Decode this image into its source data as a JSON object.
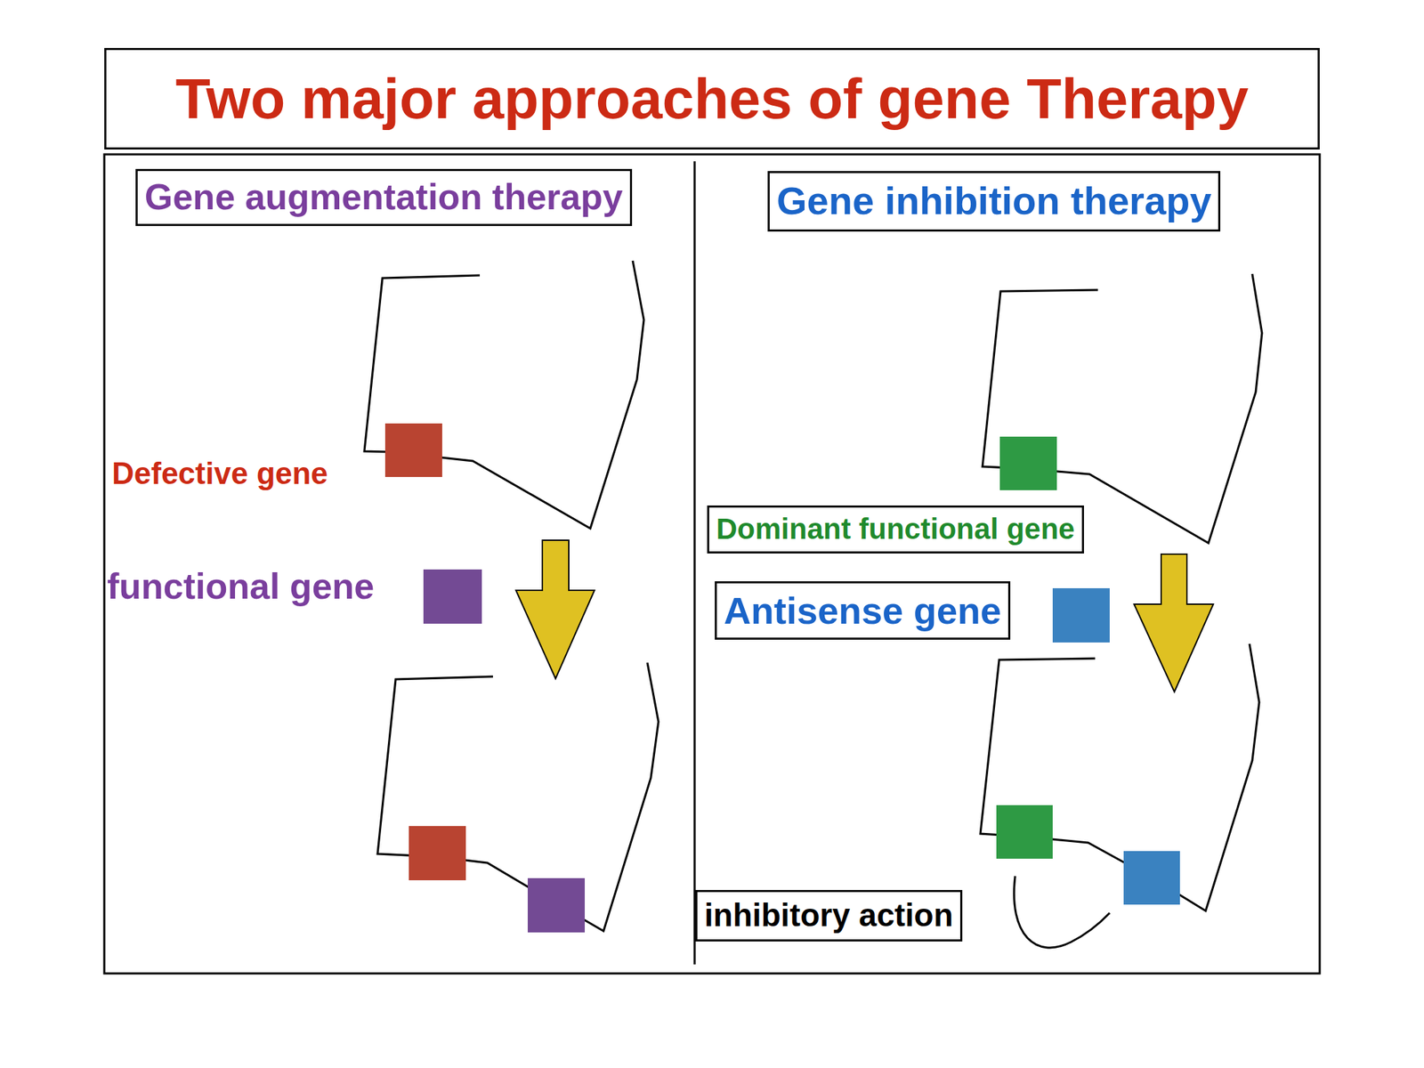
{
  "diagram": {
    "title": "Two major approaches of gene Therapy",
    "nodes": [
      {
        "text": [
          "Gene augmentation therapy"
        ]
      },
      {
        "text": [
          "Gene inhibition therapy"
        ]
      },
      {
        "text": [
          "Dominant functional gene"
        ]
      },
      {
        "text": [
          "Antisense gene"
        ]
      },
      {
        "text": [
          "inhibitory action"
        ]
      }
    ],
    "labels": [
      "Defective gene",
      "functional gene"
    ]
  }
}
